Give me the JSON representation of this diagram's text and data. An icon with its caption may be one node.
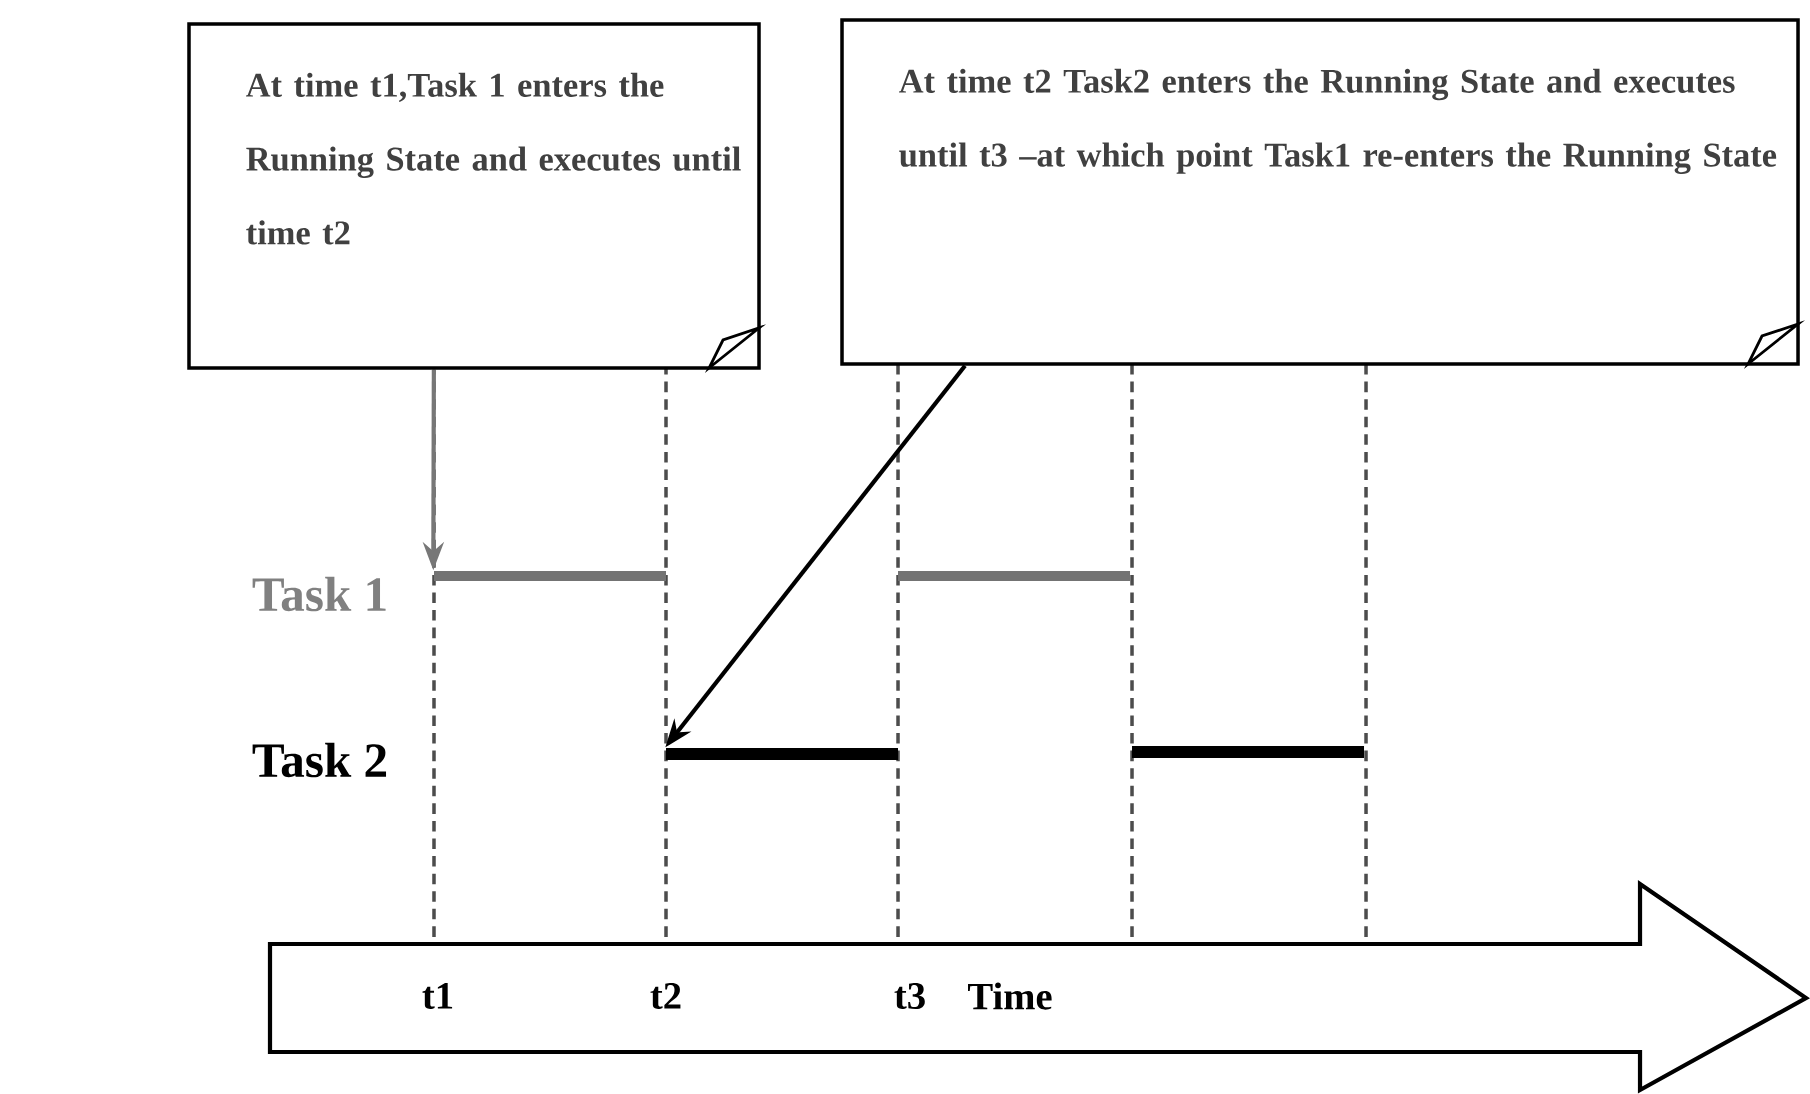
{
  "diagram": {
    "nodes": [
      {
        "text": [
          "At time t1,Task 1 enters the Running State and executes until time t2"
        ]
      },
      {
        "text": [
          "At time t2 Task2 enters the Running State and executes until t3 –at which point Task1 re-enters the Running State"
        ]
      },
      {
        "text": [],
        "shape": "bar"
      },
      {
        "text": [],
        "shape": "bar"
      },
      {
        "text": [],
        "shape": "bar"
      },
      {
        "text": [],
        "shape": "bar"
      }
    ],
    "edges": [
      {
        "from": 0,
        "to": 2,
        "arrow": "to",
        "color": "#777777"
      },
      {
        "from": 1,
        "to": 4,
        "arrow": "to",
        "color": "#000000"
      }
    ],
    "labels": [
      "Task 1",
      "Task 2",
      "t1",
      "t2",
      "t3",
      "Time"
    ]
  }
}
